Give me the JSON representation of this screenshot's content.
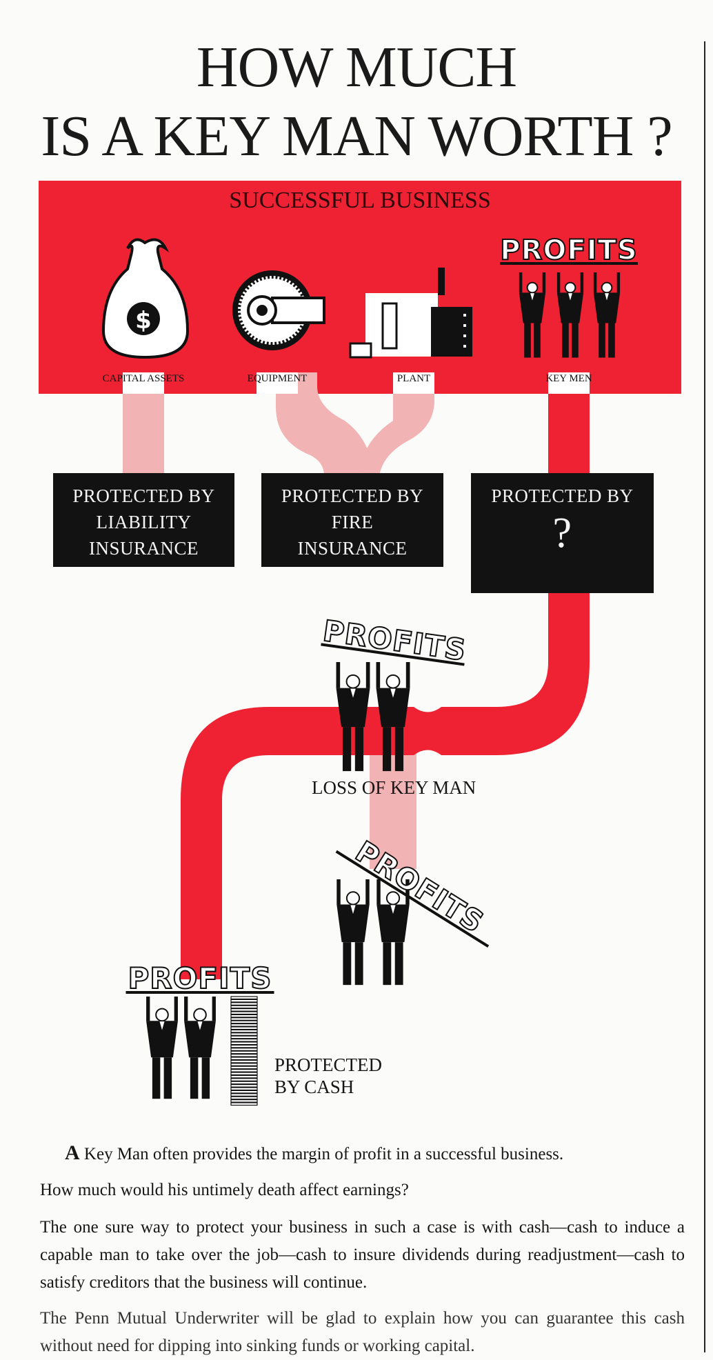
{
  "title": {
    "line1": "HOW MUCH",
    "line2": "IS A KEY MAN WORTH ?"
  },
  "business": {
    "heading": "SUCCESSFUL BUSINESS",
    "assets": [
      {
        "label": "CAPITAL ASSETS",
        "icon": "money-bag-icon"
      },
      {
        "label": "EQUIPMENT",
        "icon": "gear-icon"
      },
      {
        "label": "PLANT",
        "icon": "factory-icon"
      },
      {
        "label": "KEY MEN",
        "icon": "key-men-icon"
      }
    ],
    "profits_sign": "PROFITS"
  },
  "protection": [
    {
      "line1": "PROTECTED BY",
      "line2": "LIABILITY",
      "line3": "INSURANCE"
    },
    {
      "line1": "PROTECTED BY",
      "line2": "FIRE",
      "line3": "INSURANCE"
    },
    {
      "line1": "PROTECTED BY",
      "line2": "?"
    }
  ],
  "diagram": {
    "profits_sign": "PROFITS",
    "loss_caption": "LOSS OF KEY MAN",
    "falling_profits": "PROFITS",
    "cash_profits": "PROFITS",
    "cash_caption_line1": "PROTECTED",
    "cash_caption_line2": "BY CASH"
  },
  "body": {
    "dropcap": "A",
    "p1": "Key Man often provides the margin of profit in a successful business.",
    "p2": "How much would his untimely death affect earnings?",
    "p3": "The one sure way to protect your business in such a case is with cash—cash to induce a capable man to take over the job—cash to insure dividends during readjustment—cash to satisfy creditors that the business will continue.",
    "p4": "The Penn Mutual Underwriter will be glad to explain how you can guarantee this cash without need for dipping into sinking funds or working capital."
  },
  "colors": {
    "red": "#ee2232",
    "pink": "#f2b3b5",
    "black": "#121212"
  }
}
